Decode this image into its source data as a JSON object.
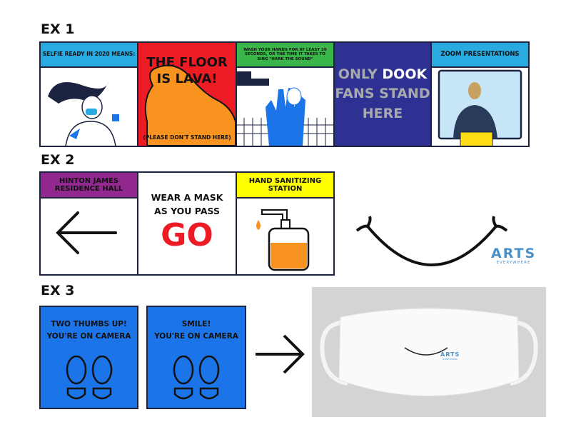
{
  "examples": [
    {
      "label": "EX 1"
    },
    {
      "label": "EX 2"
    },
    {
      "label": "EX 3"
    }
  ],
  "row1": {
    "selfie": {
      "header": "SELFIE READY IN 2020 MEANS:",
      "header_color": "#29abe2"
    },
    "lava": {
      "title": "THE FLOOR IS LAVA!",
      "subtitle": "(PLEASE DON'T STAND HERE)",
      "bg": "#ed1c24",
      "fill": "#f7931e"
    },
    "wash": {
      "header": "WASH YOUR HANDS FOR AT LEAST 20 SECONDS, OR THE TIME IT TAKES TO SING \"HARK THE SOUND\"",
      "header_color": "#39b54a"
    },
    "dook": {
      "word1": "ONLY",
      "word2": "DOOK",
      "line2": "FANS STAND",
      "line3": "HERE",
      "bg": "#2e3192"
    },
    "zoom": {
      "header": "ZOOM PRESENTATIONS",
      "header_color": "#29abe2"
    }
  },
  "row2": {
    "hinton": {
      "header": "HINTON JAMES RESIDENCE HALL",
      "header_color": "#92278f",
      "icon": "arrow-left-icon"
    },
    "mask": {
      "line1": "WEAR A MASK",
      "line2": "AS YOU PASS",
      "go": "GO",
      "go_color": "#ed1c24"
    },
    "sanitizer": {
      "header": "HAND SANITIZING STATION",
      "header_color": "#ffff00",
      "icon": "sanitizer-pump-icon"
    },
    "logo": {
      "title": "ARTS",
      "subtitle": "EVERYWHERE",
      "color": "#4a90c8"
    }
  },
  "row3": {
    "thumbs": {
      "line1": "TWO THUMBS UP!",
      "line2": "YOU'RE ON CAMERA",
      "bg": "#1b75e8"
    },
    "smile": {
      "line1": "SMILE!",
      "line2": "YOU'RE ON CAMERA",
      "bg": "#1b75e8"
    },
    "mask_logo": {
      "title": "ARTS",
      "subtitle": "EVERYWHERE"
    }
  }
}
